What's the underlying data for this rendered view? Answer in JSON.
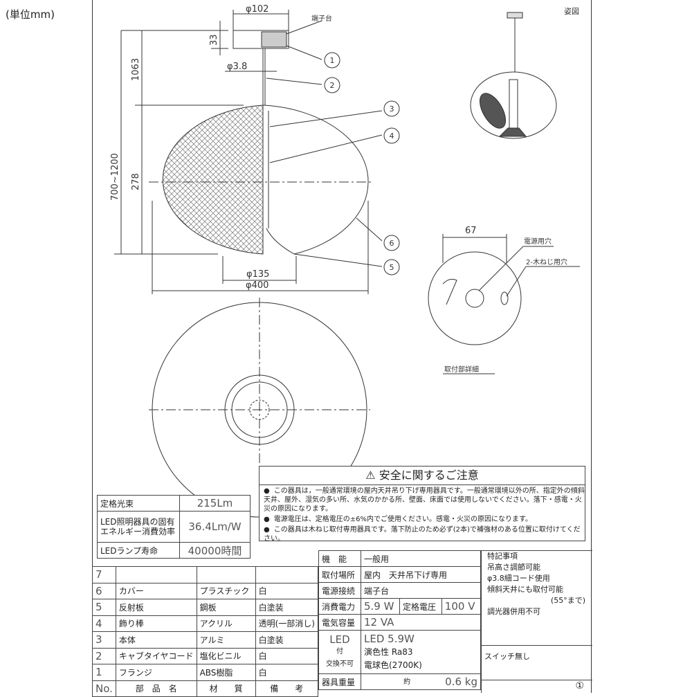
{
  "unit_label": "(単位mm)",
  "view_label": "姿図",
  "dimensions": {
    "d102": "φ102",
    "h33": "33",
    "h1063": "1063",
    "d3_8": "φ3.8",
    "h700_1200": "700~1200",
    "h278": "278",
    "d135": "φ135",
    "d400": "φ400",
    "w67": "67"
  },
  "callouts": [
    "1",
    "2",
    "3",
    "4",
    "5",
    "6"
  ],
  "labels": {
    "terminal": "端子台",
    "power_hole": "電源用穴",
    "screw_holes": "2-木ねじ用穴",
    "mount_detail": "取付部詳細"
  },
  "spec_box": [
    {
      "label": "定格光束",
      "value": "215Lm"
    },
    {
      "label": "LED照明器具の固有エネルギー消費効率",
      "value": "36.4Lm/W"
    },
    {
      "label": "LEDランプ寿命",
      "value": "40000時間"
    }
  ],
  "safety": {
    "title": "安全に関するご注意",
    "items": [
      "この器具は，一般通常環境の屋内天井吊り下げ専用器具です。一般通常環境以外の所、指定外の傾斜天井、屋外、湿気の多い所、水気のかかる所、壁面、床面では使用しないでください。落下・感電・火災の原因になります。",
      "電源電圧は、定格電圧の±6%内でご使用ください。感電・火災の原因になります。",
      "この器具は木ねじ取付専用器具です。落下防止のため必ず(2本)で補強材のある位置に取付けてください。"
    ]
  },
  "parts": {
    "rows": [
      {
        "no": "7",
        "name": "",
        "material": "",
        "note": ""
      },
      {
        "no": "6",
        "name": "カバー",
        "material": "プラスチック",
        "note": "白"
      },
      {
        "no": "5",
        "name": "反射板",
        "material": "鋼板",
        "note": "白塗装"
      },
      {
        "no": "4",
        "name": "飾り棒",
        "material": "アクリル",
        "note": "透明(一部消し)"
      },
      {
        "no": "3",
        "name": "本体",
        "material": "アルミ",
        "note": "白塗装"
      },
      {
        "no": "2",
        "name": "キャブタイヤコード",
        "material": "塩化ビニル",
        "note": "白"
      },
      {
        "no": "1",
        "name": "フランジ",
        "material": "ABS樹脂",
        "note": "白"
      }
    ],
    "header": {
      "no": "No.",
      "name": "部　品　名",
      "material": "材　　質",
      "note": "備　　考"
    }
  },
  "spec_table": {
    "function_label": "機　能",
    "function": "一般用",
    "location_label": "取付場所",
    "location": "屋内　天井吊下げ専用",
    "connection_label": "電源接続",
    "connection": "端子台",
    "power_label": "消費電力",
    "power": "5.9 W",
    "voltage_label": "定格電圧",
    "voltage": "100 V",
    "capacity_label": "電気容量",
    "capacity": "12 VA",
    "led_label_1": "LED",
    "led_label_2": "付",
    "led_label_3": "交換不可",
    "led_1": "LED 5.9W",
    "led_2": "演色性 Ra83",
    "led_3": "電球色(2700K)",
    "weight_label": "器具重量",
    "weight_prefix": "約",
    "weight": "0.6 kg"
  },
  "notes": {
    "title": "特記事項",
    "items": [
      "吊高さ調節可能",
      "φ3.8細コード使用",
      "傾斜天井にも取付可能",
      "(55°まで)",
      "調光器併用不可"
    ],
    "switch": "スイッチ無し",
    "sheet_no": "①"
  }
}
